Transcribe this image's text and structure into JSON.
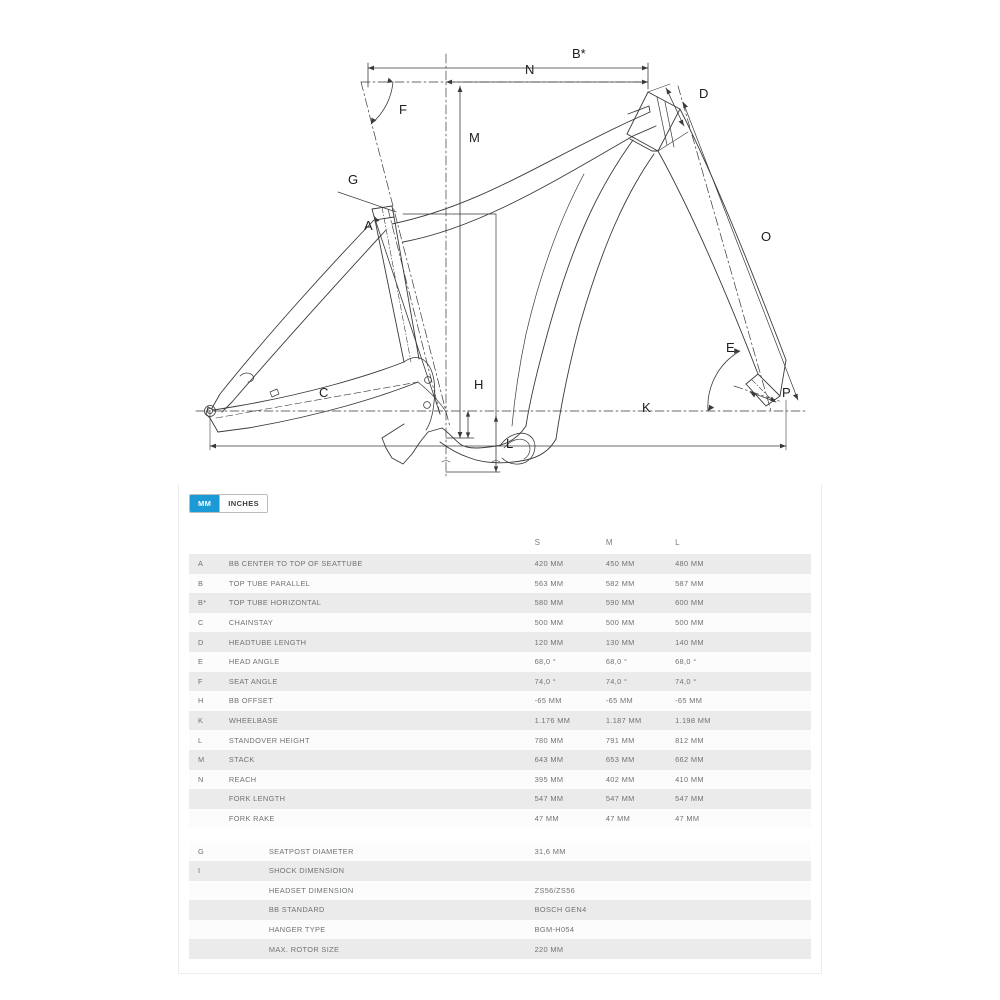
{
  "units": {
    "options": [
      "MM",
      "INCHES"
    ],
    "selected": "MM"
  },
  "diagram": {
    "labels": {
      "a": "A",
      "b_star": "B*",
      "c": "C",
      "d": "D",
      "e": "E",
      "f": "F",
      "g": "G",
      "h": "H",
      "k": "K",
      "l": "L",
      "m": "M",
      "n": "N",
      "o": "O",
      "p": "P"
    }
  },
  "table": {
    "size_headers": [
      "S",
      "M",
      "L"
    ],
    "rows": [
      {
        "key": "A",
        "name": "BB CENTER TO TOP OF SEATTUBE",
        "s": "420 MM",
        "m": "450 MM",
        "l": "480 MM"
      },
      {
        "key": "B",
        "name": "TOP TUBE PARALLEL",
        "s": "563 MM",
        "m": "582 MM",
        "l": "587 MM"
      },
      {
        "key": "B*",
        "name": "TOP TUBE HORIZONTAL",
        "s": "580 MM",
        "m": "590 MM",
        "l": "600 MM"
      },
      {
        "key": "C",
        "name": "CHAINSTAY",
        "s": "500 MM",
        "m": "500 MM",
        "l": "500 MM"
      },
      {
        "key": "D",
        "name": "HEADTUBE LENGTH",
        "s": "120 MM",
        "m": "130 MM",
        "l": "140 MM"
      },
      {
        "key": "E",
        "name": "HEAD ANGLE",
        "s": "68,0 °",
        "m": "68,0 °",
        "l": "68,0 °"
      },
      {
        "key": "F",
        "name": "SEAT ANGLE",
        "s": "74,0 °",
        "m": "74,0 °",
        "l": "74,0 °"
      },
      {
        "key": "H",
        "name": "BB OFFSET",
        "s": "-65 MM",
        "m": "-65 MM",
        "l": "-65 MM"
      },
      {
        "key": "K",
        "name": "WHEELBASE",
        "s": "1.176 MM",
        "m": "1.187 MM",
        "l": "1.198 MM"
      },
      {
        "key": "L",
        "name": "STANDOVER HEIGHT",
        "s": "780 MM",
        "m": "791 MM",
        "l": "812 MM"
      },
      {
        "key": "M",
        "name": "STACK",
        "s": "643 MM",
        "m": "653 MM",
        "l": "662 MM"
      },
      {
        "key": "N",
        "name": "REACH",
        "s": "395 MM",
        "m": "402 MM",
        "l": "410 MM"
      },
      {
        "key": "",
        "name": "FORK LENGTH",
        "s": "547 MM",
        "m": "547 MM",
        "l": "547 MM"
      },
      {
        "key": "",
        "name": "FORK RAKE",
        "s": "47 MM",
        "m": "47 MM",
        "l": "47 MM"
      }
    ],
    "common_rows": [
      {
        "key": "G",
        "name": "SEATPOST DIAMETER",
        "value": "31,6 MM"
      },
      {
        "key": "I",
        "name": "SHOCK DIMENSION",
        "value": ""
      },
      {
        "key": "",
        "name": "HEADSET DIMENSION",
        "value": "ZS56/ZS56"
      },
      {
        "key": "",
        "name": "BB STANDARD",
        "value": "BOSCH GEN4"
      },
      {
        "key": "",
        "name": "HANGER TYPE",
        "value": "BGM-H054"
      },
      {
        "key": "",
        "name": "MAX. ROTOR SIZE",
        "value": "220 MM"
      }
    ]
  },
  "colors": {
    "accent": "#1c9ad6",
    "row_shade": "#ebebeb",
    "row_plain": "#fcfcfc",
    "text": "#6e7275",
    "line": "#3a3a3a"
  }
}
